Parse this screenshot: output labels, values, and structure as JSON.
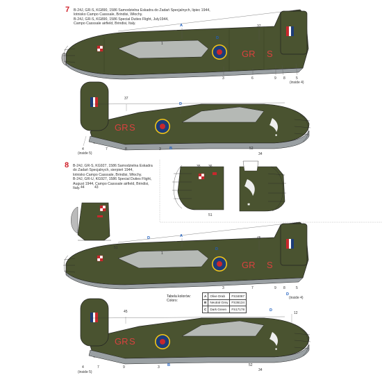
{
  "colors": {
    "olive_drab": "#4a5330",
    "olive_dark": "#3d4527",
    "neutral_grey": "#9aa0a3",
    "dark_green": "#3b4a2c",
    "code_red": "#d8423f",
    "callout_blue": "#1f5fbf",
    "roundel_blue": "#1d3c78",
    "roundel_yellow": "#f0c418",
    "roundel_red": "#c8282d",
    "callout_red": "#d0202a"
  },
  "variant7": {
    "number": "7",
    "caption_lines": [
      "B-24J, GR-S, KG890, 1586 Samodzielna Eskadra do Zadań Specjalnych, lipiec 1944,",
      "lotnisko Campo Casssale, Brindisi, Włochy.",
      "B-24J, GR-S, KG890, 1586 Special Duties Flight, July1944,",
      "Campo Casssale airfield, Brindisi, Italy."
    ],
    "side_code": "GR",
    "tail_letter": "S",
    "callouts_right": [
      "A",
      "D",
      "37",
      "1",
      "3",
      "6",
      "9",
      "8",
      "5",
      "(inside 4)"
    ],
    "callouts_left": [
      "37",
      "D",
      "4",
      "(inside 5)",
      "7",
      "8",
      "3",
      "B",
      "52",
      "34"
    ]
  },
  "variant8": {
    "number": "8",
    "caption_lines": [
      "B-24J, GR-S, KG927, 1586 Samodzielna Eskadra",
      "do Zadań Specjalnych, sierpień 1944,",
      "lotnisko Campo Casssale, Brindisi, Włochy.",
      "B-24J, GR-U, KG927, 1586 Special Duties Flight,",
      "August 1944, Campo Casssale airfield, Brindisi,",
      "Italy."
    ],
    "side_code": "GR",
    "tail_letter": "S",
    "callouts_inset": [
      "44",
      "43",
      "51",
      "35",
      "36",
      "51"
    ],
    "callouts_right": [
      "A",
      "D",
      "D",
      "45",
      "1",
      "3",
      "7",
      "9",
      "8",
      "5",
      "D",
      "(inside 4)"
    ],
    "callouts_left": [
      "45",
      "D",
      "12",
      "4",
      "(inside 5)",
      "7",
      "9",
      "3",
      "B",
      "52",
      "34"
    ]
  },
  "legend": {
    "title_lines": [
      "Tabela kolorów:",
      "Colors:"
    ],
    "rows": [
      {
        "letter": "A",
        "name": "Olive Drab",
        "fs": "FS34087"
      },
      {
        "letter": "B",
        "name": "Neutral Grey",
        "fs": "FS36134"
      },
      {
        "letter": "C",
        "name": "Dark Green",
        "fs": "FS17178"
      }
    ]
  }
}
